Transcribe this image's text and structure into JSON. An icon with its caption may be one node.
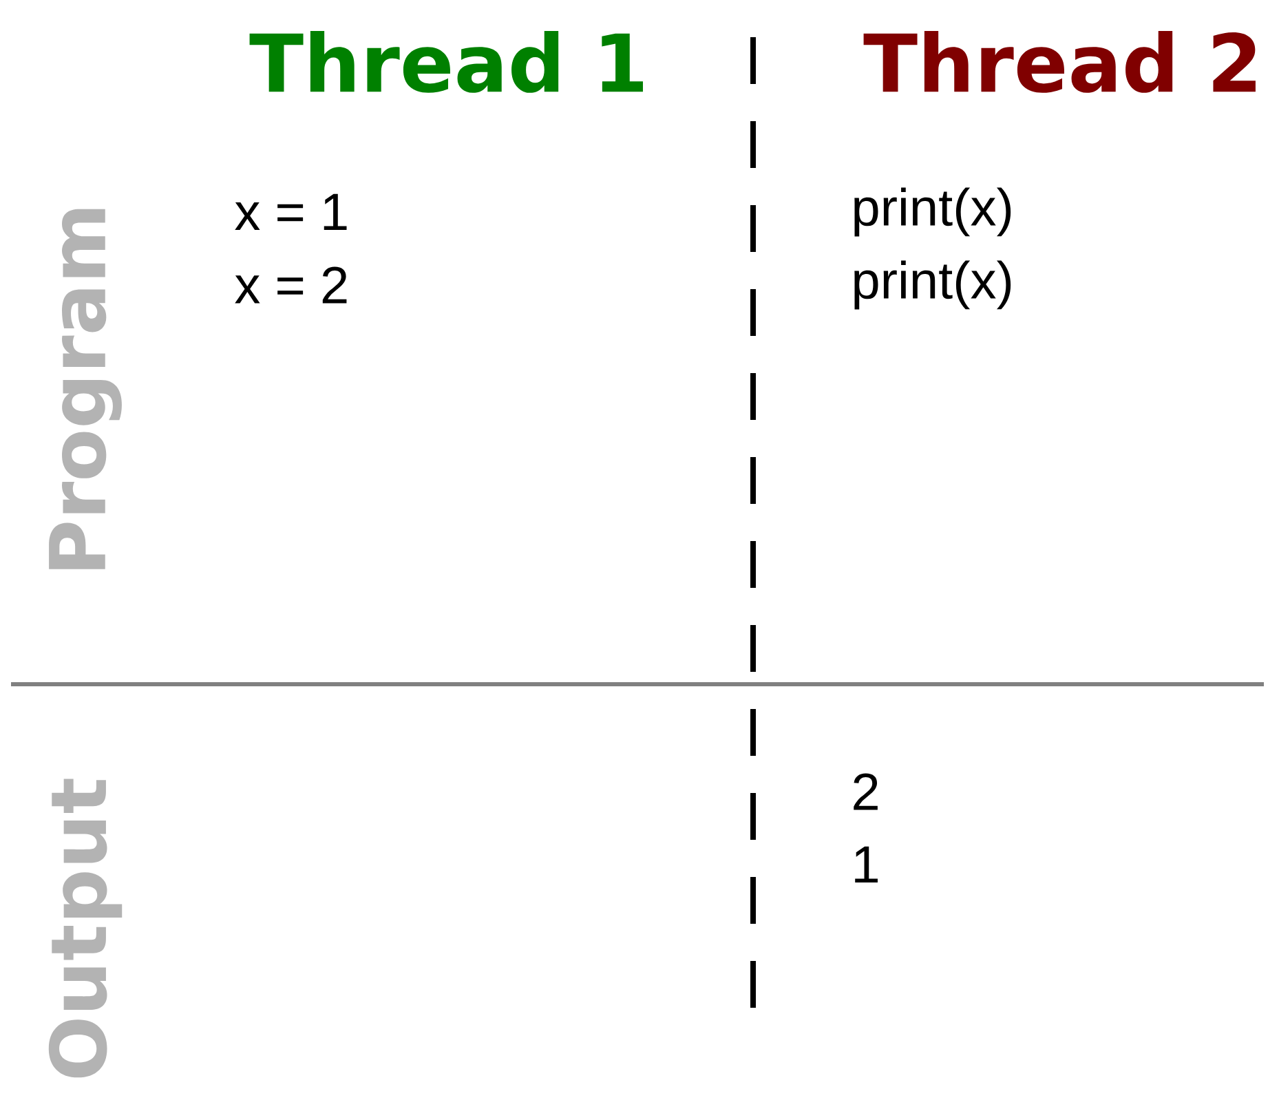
{
  "diagram": {
    "labels": [
      "Thread 1",
      "Thread 2",
      "Program",
      "x = 1",
      "x = 2",
      "print(x)",
      "print(x)",
      "Output",
      "2",
      "1"
    ]
  }
}
